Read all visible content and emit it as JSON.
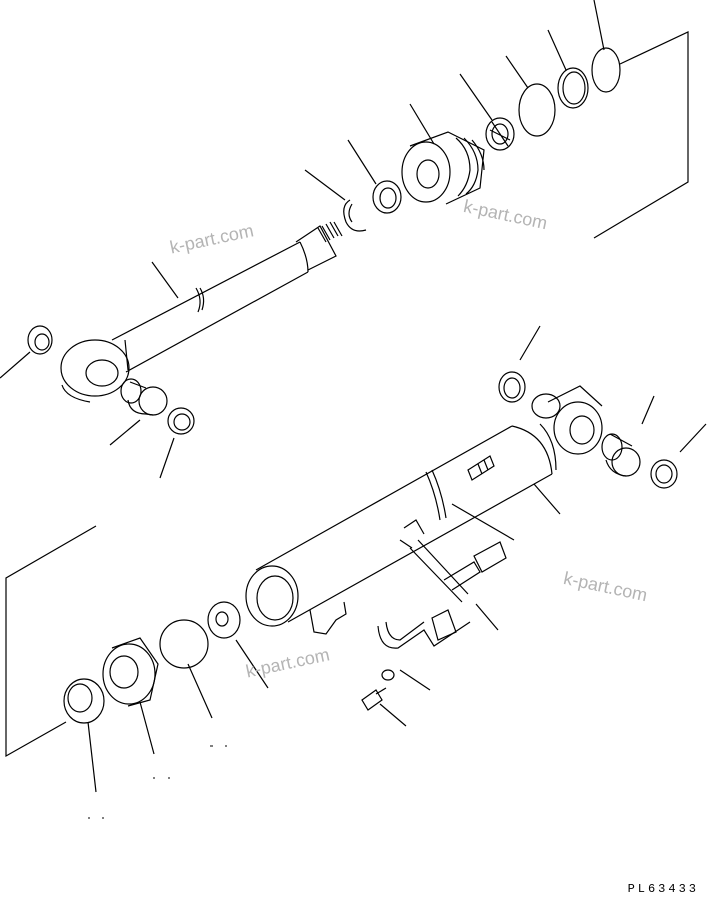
{
  "watermarks": [
    "k-part.com",
    "k-part.com",
    "k-part.com",
    "k-part.com"
  ],
  "drawing_code": "PL63433"
}
